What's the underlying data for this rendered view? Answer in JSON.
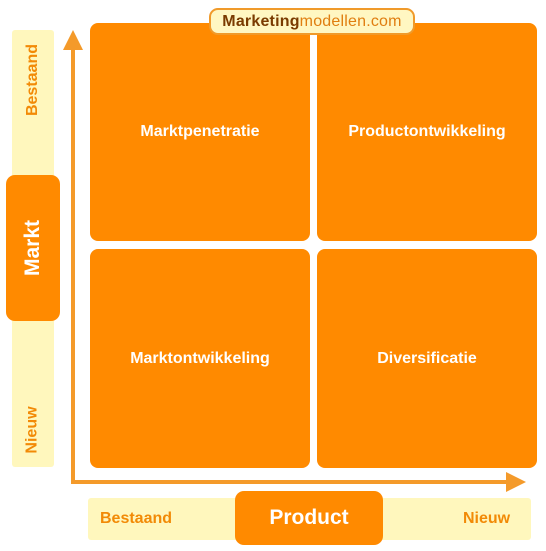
{
  "brand": {
    "bold": "Marketing",
    "rest": "modellen.com"
  },
  "markt_axis": {
    "label": "Markt",
    "top": "Bestaand",
    "bottom": "Nieuw"
  },
  "product_axis": {
    "label": "Product",
    "left": "Bestaand",
    "right": "Nieuw"
  },
  "quadrants": [
    {
      "label": "Marktpenetratie"
    },
    {
      "label": "Productontwikkeling"
    },
    {
      "label": "Marktontwikkeling"
    },
    {
      "label": "Diversificatie"
    }
  ],
  "colors": {
    "orange": "#ff8a00",
    "light_yellow": "#fff7bd",
    "axis": "#f49a2a",
    "brand_dark": "#7a3b00"
  }
}
